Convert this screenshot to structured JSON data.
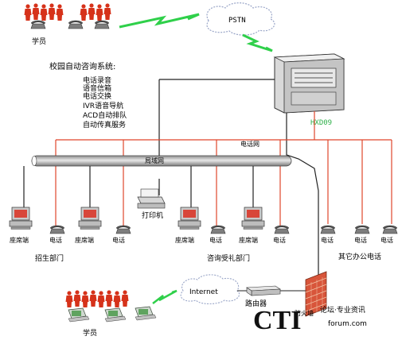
{
  "top_students_label": "学员",
  "pstn_label": "PSTN",
  "system_title": "校园自动咨询系统:",
  "features": [
    "电话录音",
    "语音信箱",
    "电话交换",
    "IVR语音导航",
    "ACD自动排队",
    "自动传真服务"
  ],
  "server_label": "HXD09",
  "phone_network_label": "电话网",
  "lan_label": "局域网",
  "printer_label": "打印机",
  "terminal_label": "座席端",
  "phone_label": "电话",
  "admissions_dept": "招生部门",
  "reception_dept": "咨询受礼部门",
  "other_phones_label": "其它办公电话",
  "internet_label": "Internet",
  "router_label": "路由器",
  "firewall_label": "防火墙",
  "bottom_students_label": "学员",
  "watermark": {
    "logo": "CTI",
    "tagline": "论坛·专业资讯",
    "url": "forum.com"
  },
  "colors": {
    "red_line": "#e0452b",
    "cloud": "#9aa6c8",
    "lightning": "#2fd04a"
  }
}
